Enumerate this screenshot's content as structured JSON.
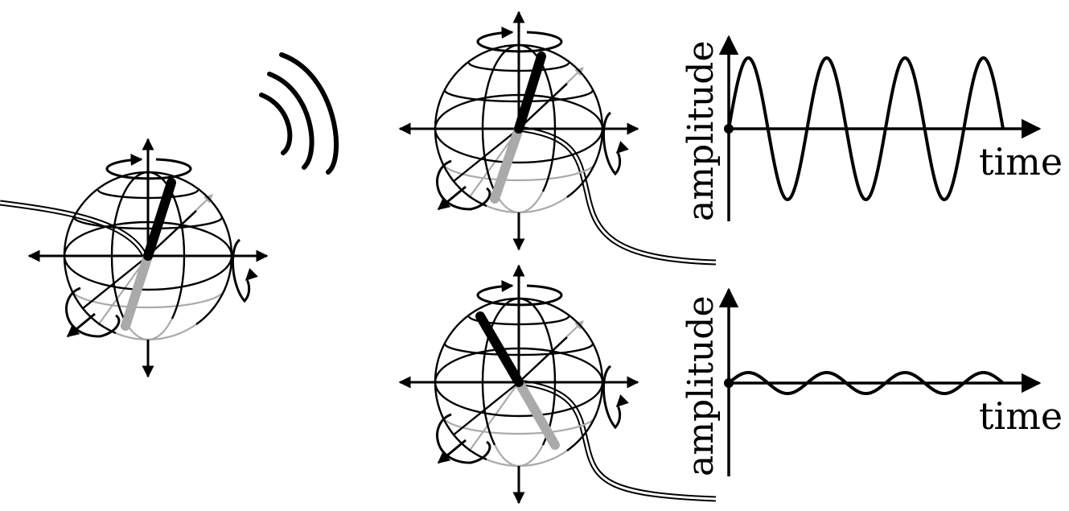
{
  "colors": {
    "foreground": "#000000",
    "hidden": "#aaaaaa",
    "background": "#ffffff"
  },
  "icons": {
    "sphere": "bloch-sphere-icon",
    "rotation": "rotation-arrow-icon",
    "signal": "signal-waves-icon",
    "cable": "coaxial-cable-icon"
  },
  "top_plot": {
    "ylabel": "amplitude",
    "xlabel": "time",
    "signal_cycles": 3.5,
    "relative_amplitude": 1.0
  },
  "bottom_plot": {
    "ylabel": "amplitude",
    "xlabel": "time",
    "signal_cycles": 3.5,
    "relative_amplitude": 0.13
  }
}
